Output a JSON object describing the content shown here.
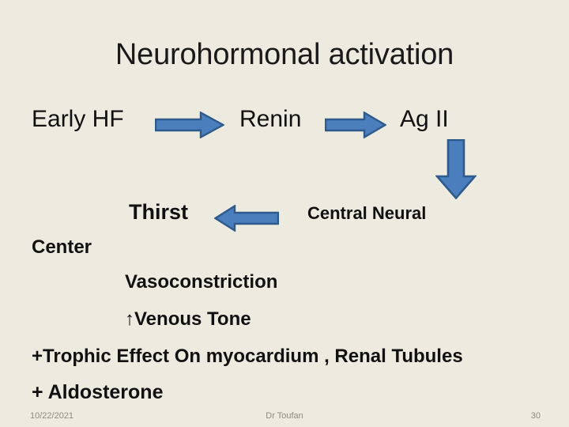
{
  "slide": {
    "title": "Neurohormonal activation",
    "background_color": "#edebe0",
    "text_color": "#111111"
  },
  "flow": {
    "row1": {
      "node_1": "Early  HF",
      "node_2": "Renin",
      "node_3": "Ag II"
    },
    "row2": {
      "node_1": "Thirst",
      "node_2": "Central Neural"
    },
    "row3": {
      "node_1": "Center"
    }
  },
  "effects": [
    {
      "label": "Vasoconstriction"
    },
    {
      "label": "↑Venous Tone"
    },
    {
      "label": "+Trophic Effect On myocardium , Renal Tubules"
    },
    {
      "label": "+ Aldosterone"
    }
  ],
  "arrows": {
    "fill_color": "#4a7ebc",
    "stroke_color": "#2e5a8c",
    "right_1": "arrow-right-icon",
    "right_2": "arrow-right-icon",
    "down_1": "arrow-down-icon",
    "left_1": "arrow-left-icon"
  },
  "footer": {
    "date": "10/22/2021",
    "author": "Dr Toufan",
    "page_number": "30",
    "color": "#8e8c80"
  }
}
